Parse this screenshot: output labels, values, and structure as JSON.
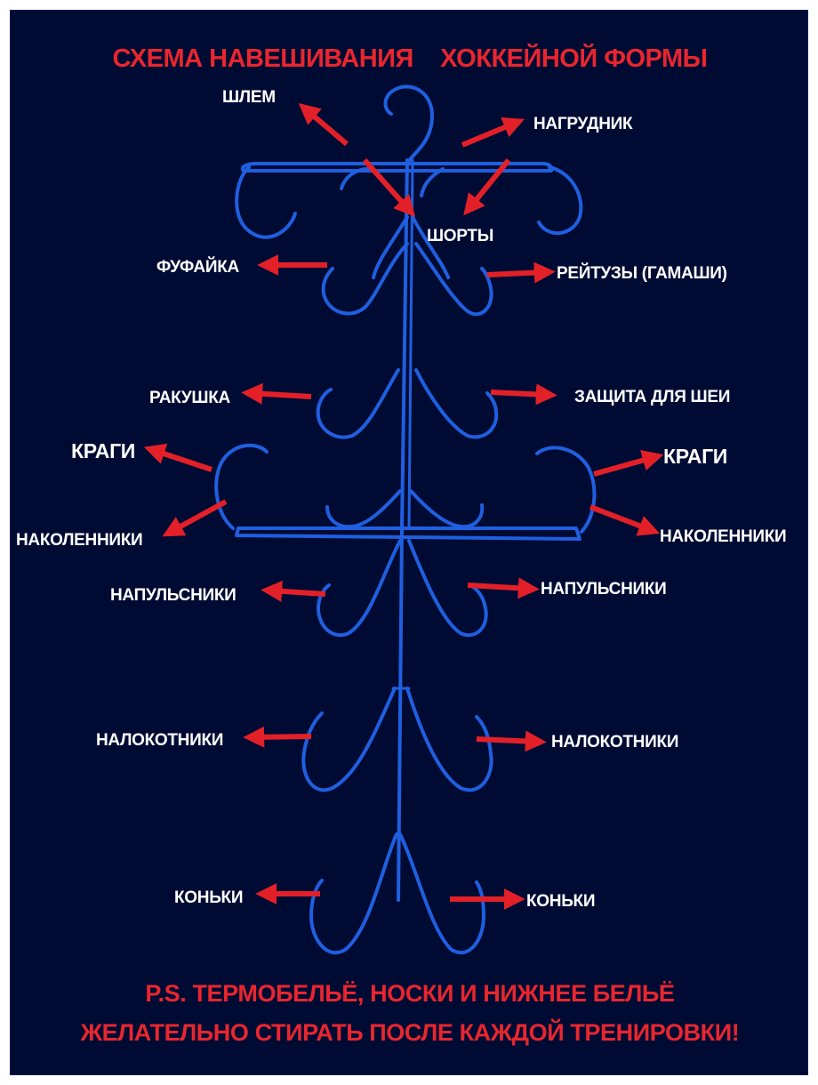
{
  "title": "СХЕМА НАВЕШИВАНИЯ    ХОККЕЙНОЙ ФОРМЫ",
  "colors": {
    "background": "#000b33",
    "hanger": "#1f5fe0",
    "arrow": "#e32028",
    "label": "#ffffff",
    "title": "#e8262e"
  },
  "labels": {
    "helmet": "ШЛЕМ",
    "chest": "НАГРУДНИК",
    "shorts": "ШОРТЫ",
    "jersey": "ФУФАЙКА",
    "leggings": "РЕЙТУЗЫ (ГАМАШИ)",
    "cup": "РАКУШКА",
    "neck": "ЗАЩИТА ДЛЯ ШЕИ",
    "gloves_left": "КРАГИ",
    "gloves_right": "КРАГИ",
    "knee_left": "НАКОЛЕННИКИ",
    "knee_right": "НАКОЛЕННИКИ",
    "wrist_left": "НАПУЛЬСНИКИ",
    "wrist_right": "НАПУЛЬСНИКИ",
    "elbow_left": "НАЛОКОТНИКИ",
    "elbow_right": "НАЛОКОТНИКИ",
    "skates_left": "КОНЬКИ",
    "skates_right": "КОНЬКИ"
  },
  "note": {
    "line1": "P.S. ТЕРМОБЕЛЬЁ, НОСКИ И НИЖНЕЕ БЕЛЬЁ",
    "line2": "ЖЕЛАТЕЛЬНО СТИРАТЬ ПОСЛЕ КАЖДОЙ ТРЕНИРОВКИ!"
  }
}
